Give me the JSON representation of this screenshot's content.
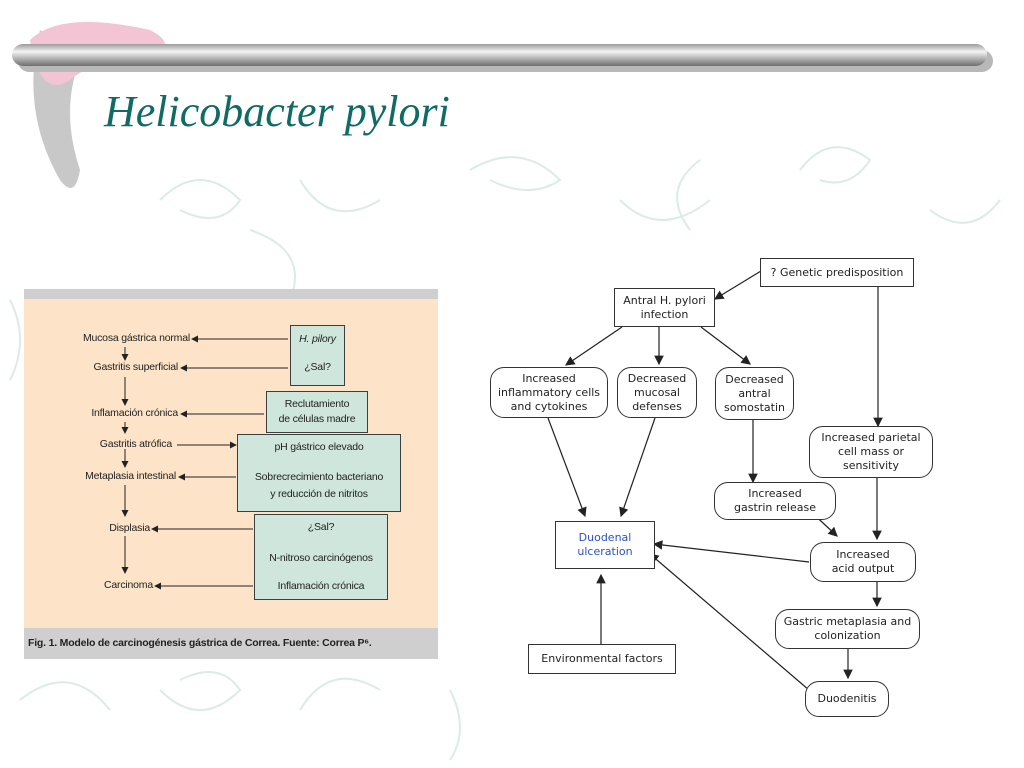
{
  "slide": {
    "title": "Helicobacter pylori",
    "colors": {
      "title": "#0f6b63",
      "left_figure_bg": "#fde4c8",
      "box_fill": "#cfe6dc",
      "duodenal_text": "#2b50c8"
    }
  },
  "left_figure": {
    "stages": [
      "Mucosa gástrica normal",
      "Gastritis superficial",
      "Inflamación crónica",
      "Gastritis atrófica",
      "Metaplasia intestinal",
      "Displasia",
      "Carcinoma"
    ],
    "factors": {
      "hpylori": "H. pilory",
      "sal1": "¿Sal?",
      "reclut_1": "Reclutamiento",
      "reclut_2": "de células madre",
      "ph": "pH gástrico elevado",
      "sobre_1": "Sobrecrecimiento bacteriano",
      "sobre_2": "y reducción de nitritos",
      "sal2": "¿Sal?",
      "nitroso": "N-nitroso carcinógenos",
      "inflam": "Inflamación crónica"
    },
    "caption": "Fig. 1. Modelo de carcinogénesis gástrica de Correa. Fuente: Correa P⁶."
  },
  "right_figure": {
    "nodes": {
      "genetic": "? Genetic predisposition",
      "infection_1": "Antral H. pylori",
      "infection_2": "infection",
      "inflam_1": "Increased",
      "inflam_2": "inflammatory cells",
      "inflam_3": "and cytokines",
      "mucosal_1": "Decreased",
      "mucosal_2": "mucosal",
      "mucosal_3": "defenses",
      "somost_1": "Decreased",
      "somost_2": "antral",
      "somost_3": "somostatin",
      "parietal_1": "Increased parietal",
      "parietal_2": "cell mass or",
      "parietal_3": "sensitivity",
      "gastrin_1": "Increased",
      "gastrin_2": "gastrin release",
      "duodenal_1": "Duodenal",
      "duodenal_2": "ulceration",
      "acid_1": "Increased",
      "acid_2": "acid output",
      "metaplasia_1": "Gastric metaplasia and",
      "metaplasia_2": "colonization",
      "environmental": "Environmental factors",
      "duodenitis": "Duodenitis"
    }
  }
}
